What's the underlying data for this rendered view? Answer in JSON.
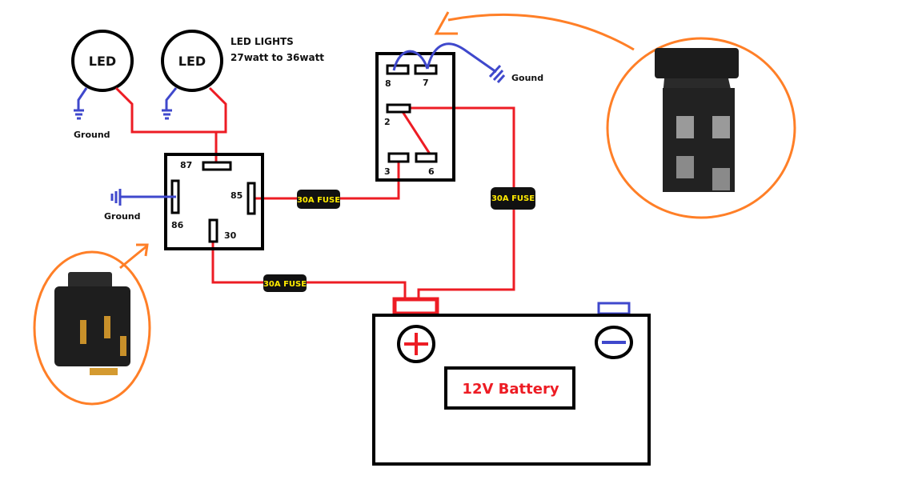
{
  "leds": [
    {
      "label": "LED"
    },
    {
      "label": "LED"
    }
  ],
  "led_caption": {
    "line1": "LED LIGHTS",
    "line2": "27watt to 36watt"
  },
  "ground_labels": {
    "led": "Ground",
    "relay": "Ground",
    "switch": "Gound"
  },
  "relay": {
    "pins": {
      "p87": "87",
      "p85": "85",
      "p86": "86",
      "p30": "30"
    }
  },
  "switch": {
    "pins": {
      "p8": "8",
      "p7": "7",
      "p2": "2",
      "p3": "3",
      "p6": "6"
    }
  },
  "fuses": [
    "30A FUSE",
    "30A FUSE",
    "30A FUSE"
  ],
  "battery": {
    "label": "12V Battery",
    "positive": "+",
    "negative": "-"
  },
  "colors": {
    "power": "#ed1c24",
    "ground": "#3f48cc",
    "callout": "#ff7f27",
    "fuse_bg": "#111111",
    "fuse_text": "#ffea00"
  }
}
